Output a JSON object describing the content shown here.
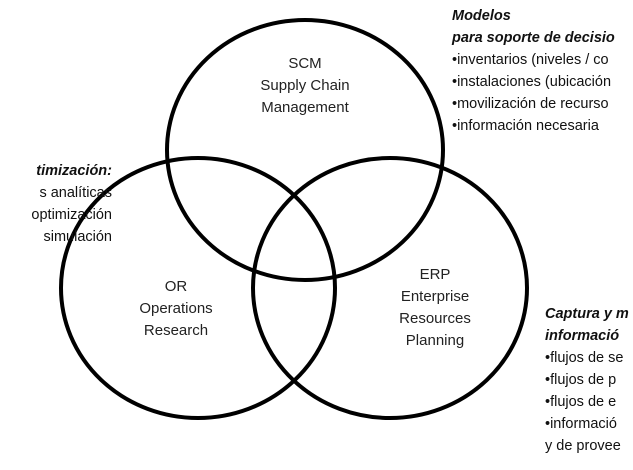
{
  "circles": {
    "scm": {
      "lines": [
        "SCM",
        "Supply Chain",
        "Management"
      ]
    },
    "or": {
      "lines": [
        "OR",
        "Operations",
        "Research"
      ]
    },
    "erp": {
      "lines": [
        "ERP",
        "Enterprise",
        "Resources",
        "Planning"
      ]
    }
  },
  "notes": {
    "models": {
      "heading": [
        "Modelos",
        "para soporte de decisio"
      ],
      "bullets": [
        "•inventarios (niveles / co",
        "•instalaciones (ubicación",
        "•movilización de recurso",
        "•información necesaria"
      ]
    },
    "optimization": {
      "heading": "timización:",
      "lines": [
        "s analíticas",
        "optimización",
        "simulación"
      ]
    },
    "capture": {
      "heading": [
        "Captura y m",
        "informació"
      ],
      "lines": [
        "•flujos de se",
        "•flujos de p",
        "•flujos de e",
        "•informació",
        "y de provee"
      ]
    }
  },
  "colors": {
    "stroke": "#000000",
    "background": "#ffffff"
  }
}
